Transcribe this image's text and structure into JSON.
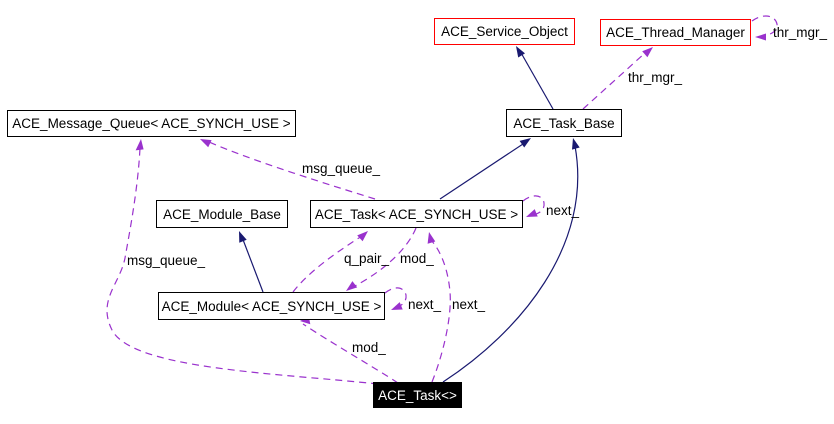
{
  "diagram": {
    "type": "class-collaboration-diagram",
    "colors": {
      "inheritance_edge": "#191970",
      "collaboration_edge": "#9a32cd",
      "reference_node_border": "#ff0000",
      "node_border": "#000000",
      "current_node_fill": "#000000",
      "current_node_text": "#ffffff",
      "background": "#ffffff"
    },
    "nodes": [
      {
        "id": "message-queue",
        "label": "ACE_Message_Queue< ACE_SYNCH_USE >",
        "style": "class"
      },
      {
        "id": "service-object",
        "label": "ACE_Service_Object",
        "style": "ref"
      },
      {
        "id": "thread-manager",
        "label": "ACE_Thread_Manager",
        "style": "ref"
      },
      {
        "id": "task-base",
        "label": "ACE_Task_Base",
        "style": "class"
      },
      {
        "id": "module-base",
        "label": "ACE_Module_Base",
        "style": "class"
      },
      {
        "id": "task-synch",
        "label": "ACE_Task< ACE_SYNCH_USE >",
        "style": "class"
      },
      {
        "id": "module-synch",
        "label": "ACE_Module< ACE_SYNCH_USE >",
        "style": "class"
      },
      {
        "id": "task-current",
        "label": "ACE_Task<>",
        "style": "current"
      }
    ],
    "edge_labels": [
      {
        "id": "thr-mgr-self",
        "text": "thr_mgr_"
      },
      {
        "id": "thr-mgr-edge",
        "text": "thr_mgr_"
      },
      {
        "id": "msg-queue-task",
        "text": "msg_queue_"
      },
      {
        "id": "msg-queue-current",
        "text": "msg_queue_"
      },
      {
        "id": "q-pair",
        "text": "q_pair_"
      },
      {
        "id": "mod-task",
        "text": "mod_"
      },
      {
        "id": "mod-current",
        "text": "mod_"
      },
      {
        "id": "next-task-self",
        "text": "next_"
      },
      {
        "id": "next-module-self",
        "text": "next_"
      },
      {
        "id": "next-current",
        "text": "next_"
      }
    ]
  }
}
